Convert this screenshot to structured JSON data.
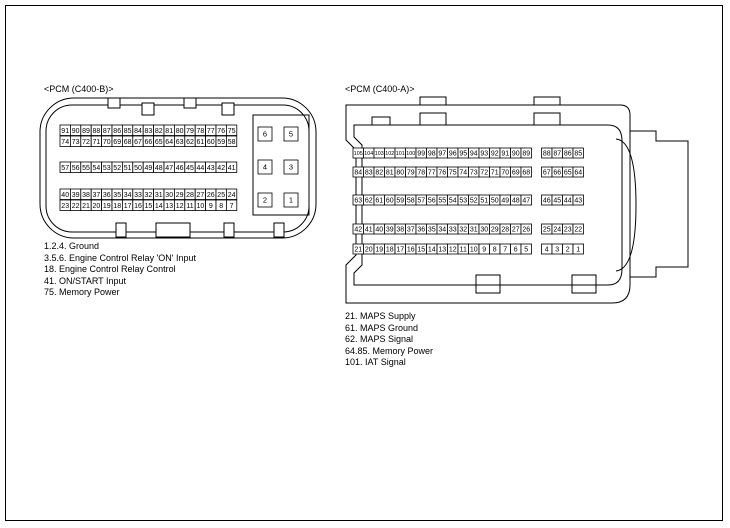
{
  "pcm_b": {
    "title": "<PCM (C400-B)>",
    "rows": [
      [
        "91",
        "90",
        "89",
        "88",
        "87",
        "86",
        "85",
        "84",
        "83",
        "82",
        "81",
        "80",
        "79",
        "78",
        "77",
        "76",
        "75"
      ],
      [
        "74",
        "73",
        "72",
        "71",
        "70",
        "69",
        "68",
        "67",
        "66",
        "65",
        "64",
        "63",
        "62",
        "61",
        "60",
        "59",
        "58"
      ],
      [
        "57",
        "56",
        "55",
        "54",
        "53",
        "52",
        "51",
        "50",
        "49",
        "48",
        "47",
        "46",
        "45",
        "44",
        "43",
        "42",
        "41"
      ],
      [
        "40",
        "39",
        "38",
        "37",
        "36",
        "35",
        "34",
        "33",
        "32",
        "31",
        "30",
        "29",
        "28",
        "27",
        "26",
        "25",
        "24"
      ],
      [
        "23",
        "22",
        "21",
        "20",
        "19",
        "18",
        "17",
        "16",
        "15",
        "14",
        "13",
        "12",
        "11",
        "10",
        "9",
        "8",
        "7"
      ]
    ],
    "power_pins": [
      [
        "6",
        "5"
      ],
      [
        "4",
        "3"
      ],
      [
        "2",
        "1"
      ]
    ],
    "legend": [
      "1.2.4. Ground",
      "3.5.6. Engine Control Relay 'ON' Input",
      "18. Engine Control Relay Control",
      "41. ON/START Input",
      "75. Memory Power"
    ]
  },
  "pcm_a": {
    "title": "<PCM (C400-A)>",
    "rows": [
      [
        "105",
        "104",
        "103",
        "102",
        "101",
        "100",
        "99",
        "98",
        "97",
        "96",
        "95",
        "94",
        "93",
        "92",
        "91",
        "90",
        "89",
        "88",
        "87",
        "86",
        "85"
      ],
      [
        "84",
        "83",
        "82",
        "81",
        "80",
        "79",
        "78",
        "77",
        "76",
        "75",
        "74",
        "73",
        "72",
        "71",
        "70",
        "69",
        "68",
        "67",
        "66",
        "65",
        "64"
      ],
      [
        "63",
        "62",
        "61",
        "60",
        "59",
        "58",
        "57",
        "56",
        "55",
        "54",
        "53",
        "52",
        "51",
        "50",
        "49",
        "48",
        "47",
        "46",
        "45",
        "44",
        "43"
      ],
      [
        "42",
        "41",
        "40",
        "39",
        "38",
        "37",
        "36",
        "35",
        "34",
        "33",
        "32",
        "31",
        "30",
        "29",
        "28",
        "27",
        "26",
        "25",
        "24",
        "23",
        "22"
      ],
      [
        "21",
        "20",
        "19",
        "18",
        "17",
        "16",
        "15",
        "14",
        "13",
        "12",
        "11",
        "10",
        "9",
        "8",
        "7",
        "6",
        "5",
        "4",
        "3",
        "2",
        "1"
      ]
    ],
    "legend": [
      "21. MAPS Supply",
      "61. MAPS Ground",
      "62. MAPS Signal",
      "64.85. Memory Power",
      "101. IAT Signal"
    ]
  }
}
